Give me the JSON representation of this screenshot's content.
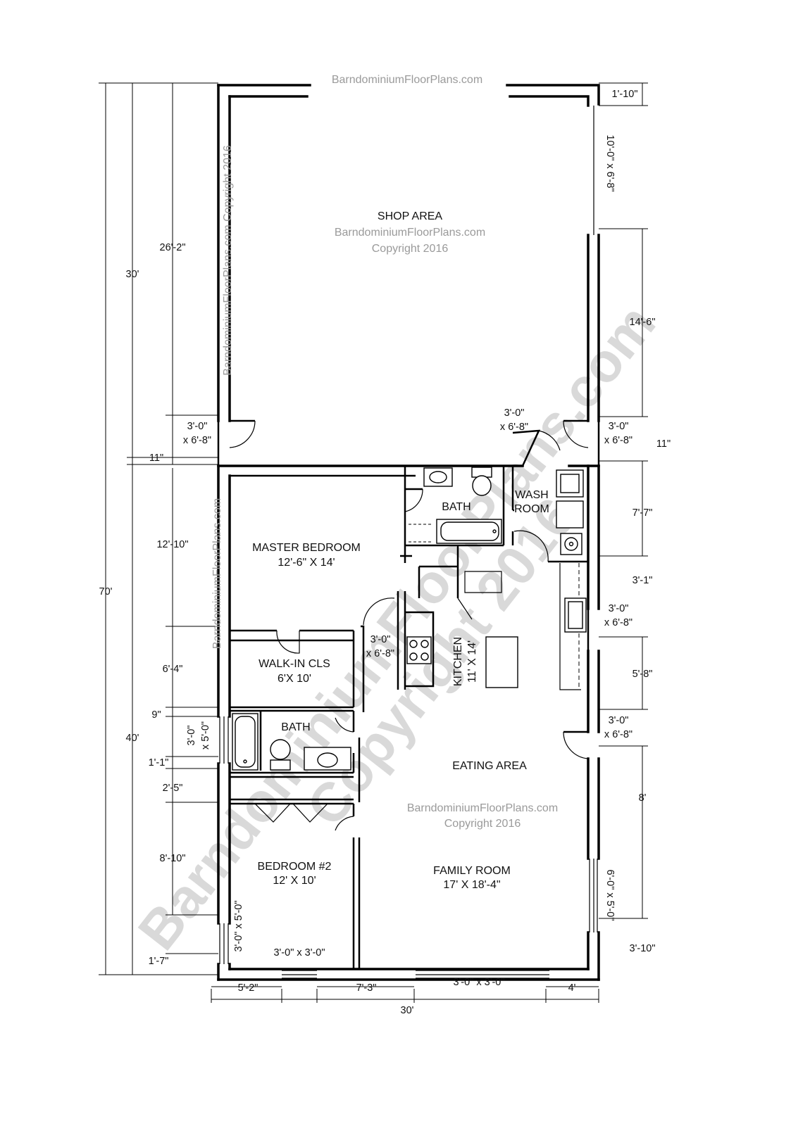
{
  "watermarks": {
    "top": "BarndominiumFloorPlans.com",
    "shop_site": "BarndominiumFloorPlans.com",
    "shop_copyright": "Copyright 2016",
    "left_vertical_top": "BarndominiumFloorPlans.com Copyright 2016",
    "left_vertical_mid": "BarndominiumFloorPlans.com",
    "big_line1": "BarndominiumFloorPlans.com",
    "big_line2": "Copyright 2016",
    "family_site": "BarndominiumFloorPlans.com",
    "family_copyright": "Copyright 2016"
  },
  "rooms": {
    "shop_area": "SHOP AREA",
    "bath_upper": "BATH",
    "wash_room_l1": "WASH",
    "wash_room_l2": "ROOM",
    "master_bedroom": "MASTER BEDROOM",
    "master_bedroom_size": "12'-6\" X 14'",
    "walk_in_cls": "WALK-IN CLS",
    "walk_in_cls_size": "6'X 10'",
    "kitchen": "KITCHEN",
    "kitchen_size": "11' X 14'",
    "bath_lower": "BATH",
    "eating_area": "EATING AREA",
    "bedroom2": "BEDROOM #2",
    "bedroom2_size": "12' X 10'",
    "family_room": "FAMILY ROOM",
    "family_room_size": "17' X 18'-4\""
  },
  "dimensions": {
    "overall_height": "70'",
    "left_30": "30'",
    "left_40": "40'",
    "left_26_2": "26'-2\"",
    "left_11": "11\"",
    "left_12_10": "12'-10\"",
    "left_6_4": "6'-4\"",
    "left_9": "9\"",
    "left_1_1": "1'-1\"",
    "left_2_5": "2'-5\"",
    "left_8_10": "8'-10\"",
    "left_1_7": "1'-7\"",
    "right_1_10": "1'-10\"",
    "right_garage_door": "10'-0\" x 6'-8\"",
    "right_14_6": "14'-6\"",
    "right_11": "11\"",
    "right_7_7": "7'-7\"",
    "right_3_1": "3'-1\"",
    "right_5_8": "5'-8\"",
    "right_8": "8'",
    "right_window": "6'-0\" x 5'-0\"",
    "right_3_10": "3'-10\"",
    "bottom_5_2": "5'-2\"",
    "bottom_7_3": "7'-3\"",
    "bottom_window": "3'-0\" x 3'-0\"",
    "bottom_4": "4'",
    "bottom_30": "30'",
    "door_a_1": "3'-0\"",
    "door_a_2": "x 6'-8\"",
    "door_b_1": "3'-0\"",
    "door_b_2": "x 6'-8\"",
    "door_c_1": "3'-0\"",
    "door_c_2": "x 6'-8\"",
    "door_d_1": "3'-0\"",
    "door_d_2": "x 6'-8\"",
    "door_e_1": "3'-0\"",
    "door_e_2": "x 6'-8\"",
    "door_f_1": "3'-0\"",
    "door_f_2": "x 6'-8\"",
    "bath_window_1": "3'-0\"",
    "bath_window_2": "x 5'-0\"",
    "bedroom_window_left": "3'-0\" x 5'-0\"",
    "bedroom_window_bottom": "3'-0\" x 3'-0\""
  }
}
